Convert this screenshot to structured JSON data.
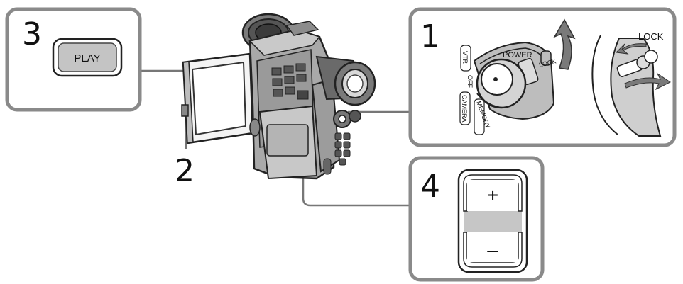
{
  "steps": {
    "step1": {
      "number": "1"
    },
    "step2": {
      "number": "2"
    },
    "step3": {
      "number": "3"
    },
    "step4": {
      "number": "4"
    }
  },
  "buttons": {
    "play": {
      "label": "PLAY"
    },
    "plus": {
      "label": "+"
    },
    "minus": {
      "label": "–"
    }
  },
  "power_switch": {
    "power_label": "POWER",
    "lock_label_small": "LOCK",
    "lock_label_large": "LOCK",
    "positions": {
      "vtr": "VTR",
      "off": "OFF",
      "camera": "CAMERA",
      "memory": "MEMORY"
    }
  },
  "colors": {
    "panel_border": "#8a8a8a",
    "button_fill": "#c4c4c4",
    "arrow_fill": "#7a7a7a",
    "leader_line": "#777777"
  }
}
